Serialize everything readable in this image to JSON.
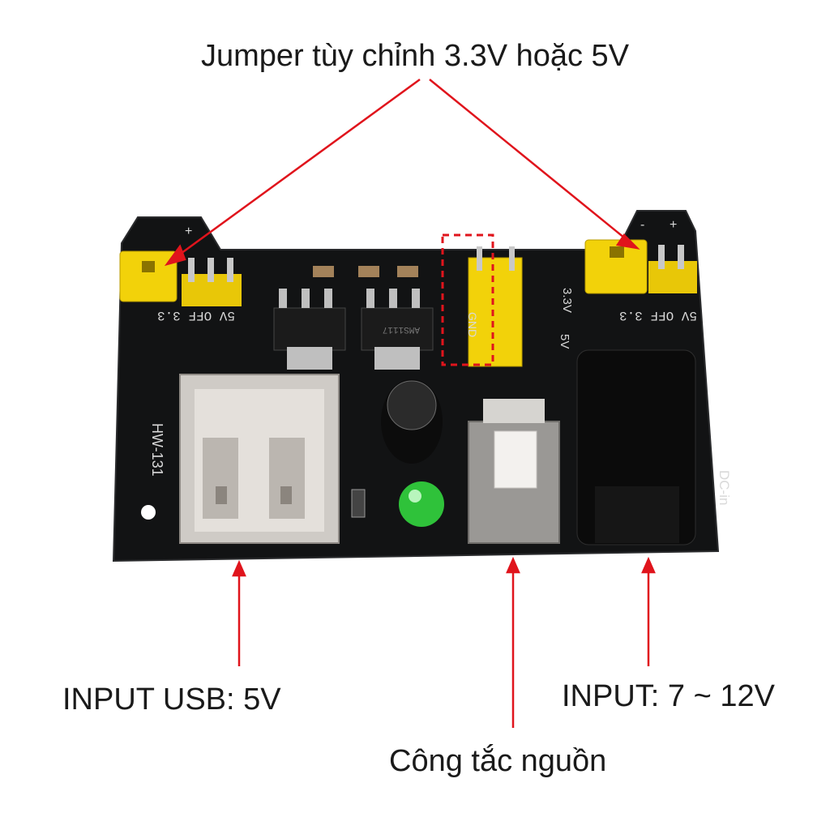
{
  "labels": {
    "jumper": "Jumper tùy chỉnh 3.3V hoặc 5V",
    "usb_input": "INPUT USB: 5V",
    "dc_input": "INPUT: 7 ~ 12V",
    "power_switch": "Công tắc nguồn"
  },
  "board": {
    "model": "HW-131",
    "left_header_marks": "5V OFF 3.3",
    "right_header_marks": "5V OFF 3.3",
    "rail_3v3": "3.3V",
    "rail_5v": "5V",
    "gnd": "GND",
    "dc_marking": "DC-in",
    "plus": "+",
    "minus": "-",
    "regulator_marking": "AMS1117"
  },
  "colors": {
    "pcb": "#121314",
    "jumper_yellow": "#f2d20a",
    "annotation_red": "#e0141c",
    "led_green": "#2fc23a"
  }
}
